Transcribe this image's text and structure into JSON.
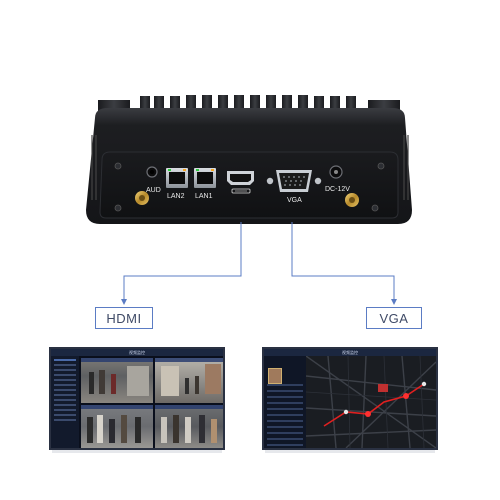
{
  "device": {
    "port_labels": {
      "aud": "AUD",
      "lan2": "LAN2",
      "lan1": "LAN1",
      "vga": "VGA",
      "dc": "DC-12V"
    },
    "body_color": "#1e1f22",
    "fin_color": "#2b2d31"
  },
  "callouts": {
    "hdmi": "HDMI",
    "vga": "VGA",
    "line_color": "#5b7cc4"
  },
  "monitors": {
    "left_topbar": "视频监控",
    "right_topbar": "视频监控"
  }
}
